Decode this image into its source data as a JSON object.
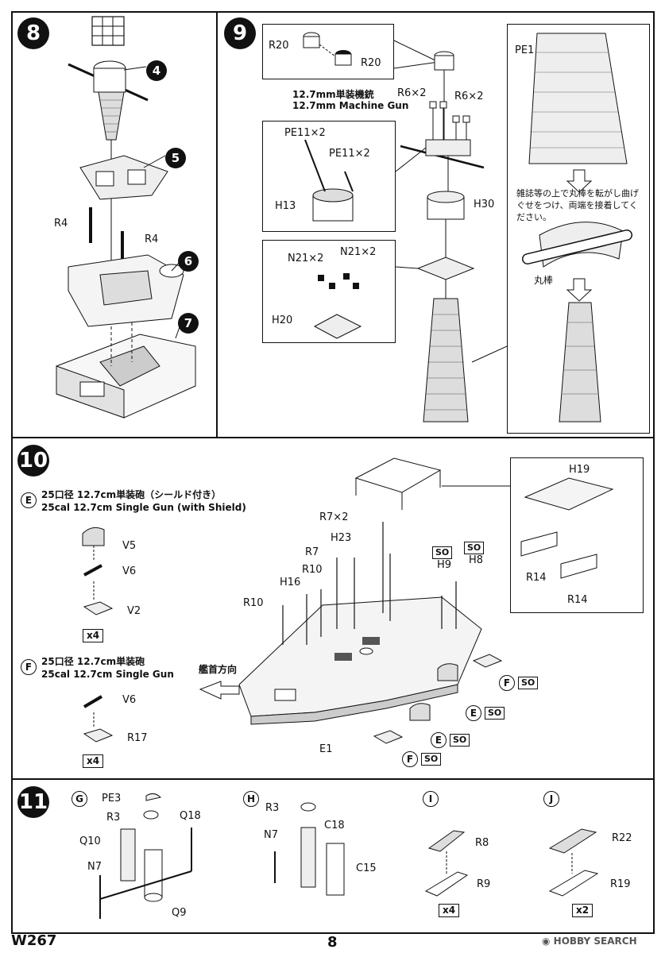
{
  "step8": {
    "number": "8",
    "subrefs": [
      "4",
      "5",
      "6",
      "7"
    ],
    "parts": [
      "R4",
      "R4"
    ]
  },
  "step9": {
    "number": "9",
    "gun_label_jp": "12.7mm単装機銃",
    "gun_label_en": "12.7mm Machine Gun",
    "parts": {
      "r20a": "R20",
      "r20b": "R20",
      "r6a": "R6×2",
      "r6b": "R6×2",
      "pe11a": "PE11×2",
      "pe11b": "PE11×2",
      "h13": "H13",
      "h30": "H30",
      "n21a": "N21×2",
      "n21b": "N21×2",
      "h20": "H20",
      "pe1": "PE1"
    },
    "pe_note": "雑誌等の上で丸棒を転がし曲げぐせをつけ、両端を接着してください。",
    "rod_label": "丸棒"
  },
  "step10": {
    "number": "10",
    "e": {
      "letter": "E",
      "title_jp": "25口径 12.7cm単装砲（シールド付き）",
      "title_en": "25cal 12.7cm Single Gun (with Shield)",
      "parts": [
        "V5",
        "V6",
        "V2"
      ],
      "qty": "x4"
    },
    "f": {
      "letter": "F",
      "title_jp": "25口径 12.7cm単装砲",
      "title_en": "25cal 12.7cm Single Gun",
      "parts": [
        "V6",
        "R17"
      ],
      "qty": "x4"
    },
    "bow_label": "艦首方向",
    "parts": {
      "r7x2": "R7×2",
      "h23": "H23",
      "r7": "R7",
      "r10a": "R10",
      "h16": "H16",
      "r10b": "R10",
      "h9": "H9",
      "h8": "H8",
      "e1": "E1",
      "h19": "H19",
      "r14a": "R14",
      "r14b": "R14"
    },
    "so": "SO"
  },
  "step11": {
    "number": "11",
    "g": {
      "letter": "G",
      "parts": [
        "PE3",
        "R3",
        "Q18",
        "Q10",
        "N7",
        "Q9"
      ]
    },
    "h": {
      "letter": "H",
      "parts": [
        "R3",
        "N7",
        "C18",
        "C15"
      ]
    },
    "i": {
      "letter": "I",
      "parts": [
        "R8",
        "R9"
      ],
      "qty": "x4"
    },
    "j": {
      "letter": "J",
      "parts": [
        "R22",
        "R19"
      ],
      "qty": "x2"
    }
  },
  "footer": {
    "code": "W267",
    "page": "8",
    "watermark": "HOBBY SEARCH"
  }
}
